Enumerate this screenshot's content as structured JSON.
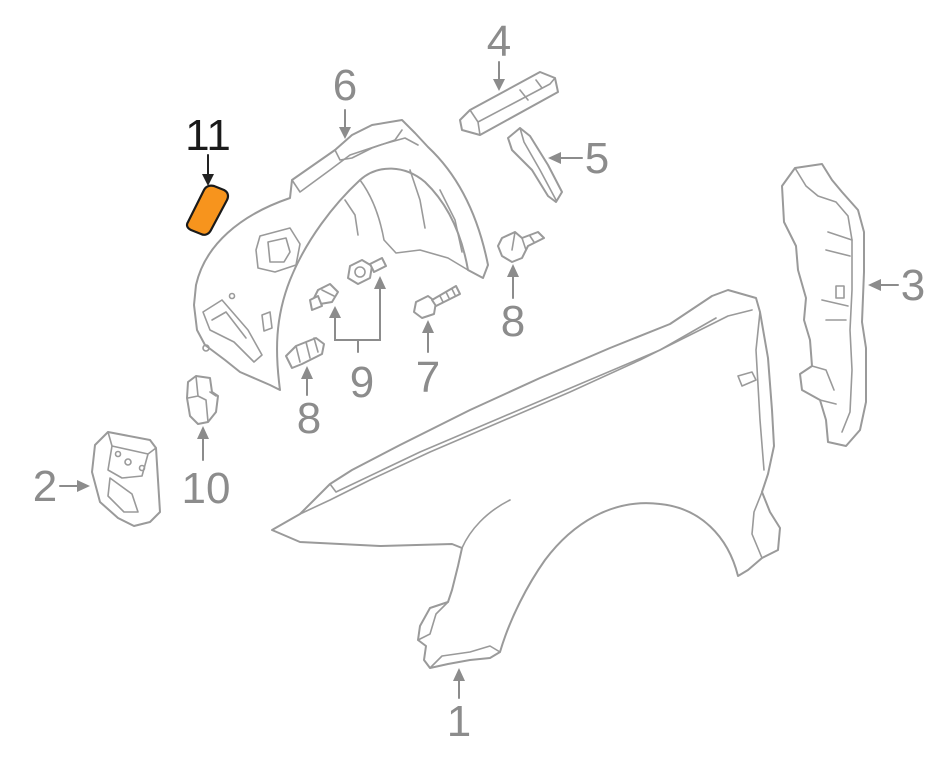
{
  "colors": {
    "outline": "#9a9a9a",
    "callout_text": "#8c8c8c",
    "highlight_fill": "#f7941d",
    "highlight_stroke": "#1a1a1a",
    "highlight_callout": "#1a1a1a",
    "background": "#ffffff"
  },
  "parts": [
    {
      "id": "fender",
      "callout": "1"
    },
    {
      "id": "mounting-bracket",
      "callout": "2"
    },
    {
      "id": "side-panel-bracket",
      "callout": "3"
    },
    {
      "id": "upper-rail-strip",
      "callout": "4"
    },
    {
      "id": "upper-seal",
      "callout": "5"
    },
    {
      "id": "fender-liner",
      "callout": "6"
    },
    {
      "id": "bolt",
      "callout": "7"
    },
    {
      "id": "clip-upper",
      "callout": "8"
    },
    {
      "id": "clip-lower",
      "callout": "8"
    },
    {
      "id": "screws-pair",
      "callout": "9"
    },
    {
      "id": "small-bracket",
      "callout": "10"
    },
    {
      "id": "access-cover",
      "callout": "11",
      "highlighted": true
    }
  ]
}
